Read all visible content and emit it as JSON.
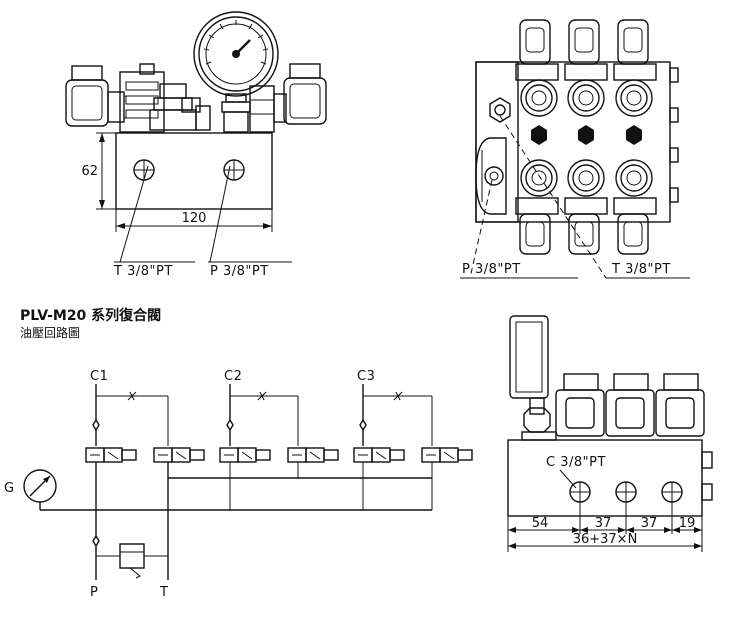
{
  "front_view": {
    "height_dim": "62",
    "width_dim": "120",
    "port_t": "T 3/8\"PT",
    "port_p": "P 3/8\"PT"
  },
  "top_view": {
    "port_p": "P 3/8\"PT",
    "port_t": "T 3/8\"PT"
  },
  "title": {
    "line1": "PLV-M20 系列復合閥",
    "line2": "油壓回路圖"
  },
  "circuit": {
    "labels": [
      "C1",
      "C2",
      "C3",
      "G",
      "P",
      "T"
    ]
  },
  "side_view": {
    "port_c": "C 3/8\"PT",
    "dims": [
      "54",
      "37",
      "37",
      "19"
    ],
    "total": "36+37×N"
  }
}
